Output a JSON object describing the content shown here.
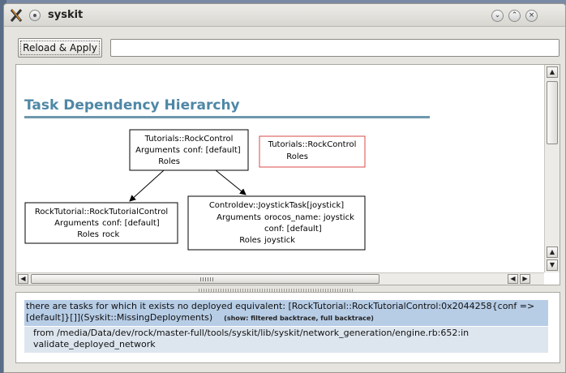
{
  "window": {
    "title": "syskit"
  },
  "toolbar": {
    "reload_label": "Reload & Apply",
    "command_value": ""
  },
  "view": {
    "title": "Task Dependency Hierarchy",
    "nodes": [
      {
        "name": "Tutorials::RockControl",
        "args_label": "Arguments",
        "args": "conf: [default]",
        "roles_label": "Roles",
        "roles": ""
      },
      {
        "name": "Tutorials::RockControl",
        "roles_label": "Roles",
        "roles": ""
      },
      {
        "name": "RockTutorial::RockTutorialControl",
        "args_label": "Arguments",
        "args": "conf: [default]",
        "roles_label": "Roles",
        "roles": "rock"
      },
      {
        "name": "Controldev::JoystickTask[joystick]",
        "args_label": "Arguments",
        "args": "orocos_name: joystick",
        "args2": "conf: [default]",
        "roles_label": "Roles",
        "roles": "joystick"
      }
    ]
  },
  "log": {
    "error_message": "there are tasks for which it exists no deployed equivalent: [RockTutorial::RockTutorialControl:0x2044258{conf => [default]}[]](Syskit::MissingDeployments)",
    "links": "(show: filtered backtrace, full backtrace)",
    "backtrace_line": "from /media/Data/dev/rock/master-full/tools/syskit/lib/syskit/network_generation/engine.rb:652:in validate_deployed_network"
  },
  "colors": {
    "title": "#4f87a6",
    "error_bg": "#b7cde6",
    "backtrace_bg": "#dde6ef",
    "missing_node_border": "#d9484a"
  },
  "icons": {
    "app": "x-logo-icon",
    "menu": "window-menu-icon",
    "minimize": "minimize-icon",
    "maximize": "maximize-icon",
    "close": "close-icon"
  }
}
